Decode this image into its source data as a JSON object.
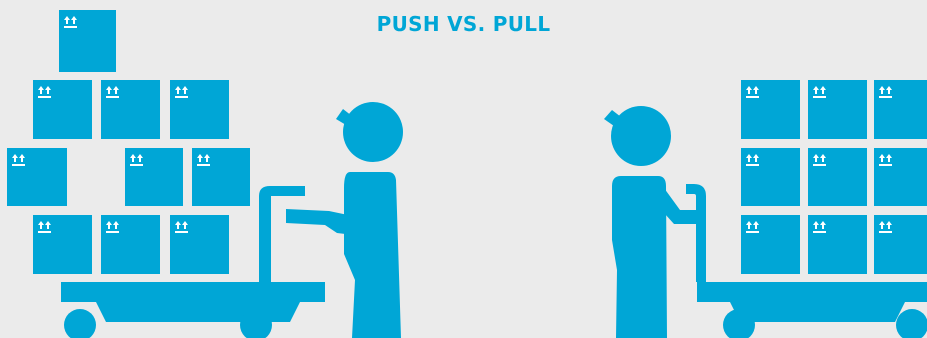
{
  "title": "PUSH VS. PULL",
  "colors": {
    "accent": "#00a6d6",
    "background": "#ebebeb",
    "box_marking": "#ffffff"
  },
  "scenes": {
    "left": {
      "figure": "person-pushing-cart",
      "box_arrangement": "irregular-stack",
      "box_count": 10
    },
    "right": {
      "figure": "person-pulling-cart",
      "box_arrangement": "3x3-grid",
      "box_count": 9
    }
  },
  "icons": {
    "box": "box-icon",
    "this_side_up": "this-side-up-arrows-icon"
  }
}
